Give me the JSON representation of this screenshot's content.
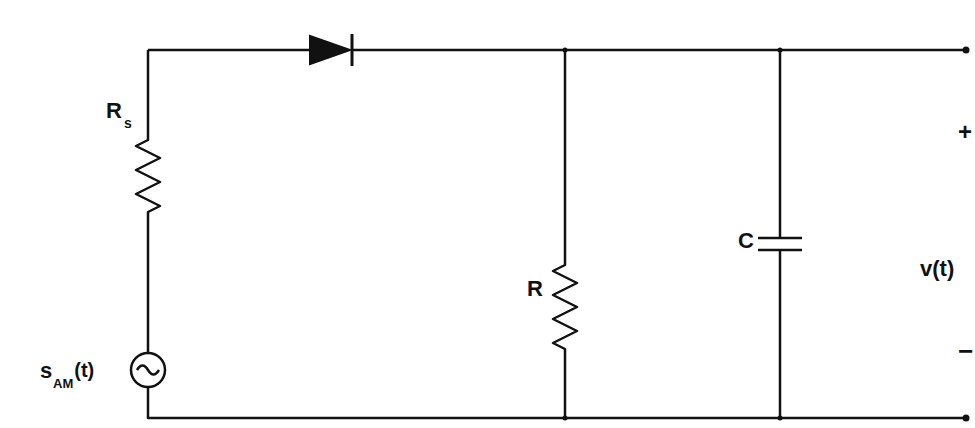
{
  "diagram": {
    "labels": [
      "R",
      "s",
      "s",
      "AM",
      "(t)",
      "R",
      "C",
      "+",
      "v(t)",
      "−"
    ]
  }
}
